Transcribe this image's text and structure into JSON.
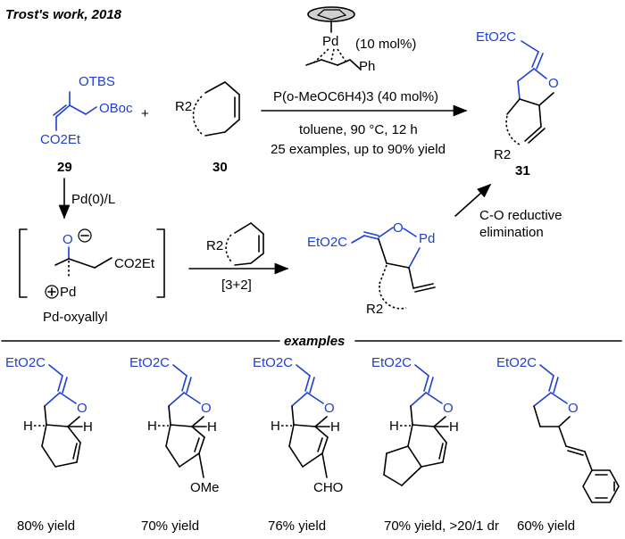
{
  "title": "Trost's work, 2018",
  "colors": {
    "accent": "#1f3fd1",
    "ink": "#000000"
  },
  "reaction": {
    "catalyst_metal": "Pd",
    "catalyst_loading": "(10 mol%)",
    "catalyst_substituent": "Ph",
    "ligand": "P(o-MeOC6H4)3 (40 mol%)",
    "conditions": "toluene, 90 °C, 12 h",
    "scope": "25 examples, up to 90% yield",
    "plus": "+"
  },
  "substrate_29": {
    "label": "29",
    "otbs": "OTBS",
    "oboc": "OBoc",
    "ester": "CO2Et"
  },
  "substrate_30": {
    "label": "30",
    "r2": "R2"
  },
  "product_31": {
    "label": "31",
    "ester": "EtO2C",
    "oxygen": "O",
    "r2": "R2"
  },
  "mechanism": {
    "step1": "Pd(0)/L",
    "oxyallyl_label": "Pd-oxyallyl",
    "oxyallyl_ester": "CO2Et",
    "oxyallyl_pd": "Pd",
    "oxyallyl_o": "O",
    "cycloaddition": "[3+2]",
    "r2": "R2",
    "intermediate_ester": "EtO2C",
    "intermediate_o": "O",
    "intermediate_pd": "Pd",
    "intermediate_r2": "R2",
    "reductive_elim_1": "C-O reductive",
    "reductive_elim_2": "elimination"
  },
  "examples_heading": "examples",
  "examples": [
    {
      "ester": "EtO2C",
      "o": "O",
      "h_left": "H",
      "h_right": "H",
      "substituent": "",
      "yield": "80% yield"
    },
    {
      "ester": "EtO2C",
      "o": "O",
      "h_left": "H",
      "h_right": "H",
      "substituent": "OMe",
      "yield": "70% yield"
    },
    {
      "ester": "EtO2C",
      "o": "O",
      "h_left": "H",
      "h_right": "H",
      "substituent": "CHO",
      "yield": "76% yield"
    },
    {
      "ester": "EtO2C",
      "o": "O",
      "h_left": "H",
      "h_right": "H",
      "substituent": "",
      "yield": "70% yield, >20/1 dr"
    },
    {
      "ester": "EtO2C",
      "o": "O",
      "h_left": "",
      "h_right": "",
      "substituent": "",
      "yield": "60% yield"
    }
  ]
}
